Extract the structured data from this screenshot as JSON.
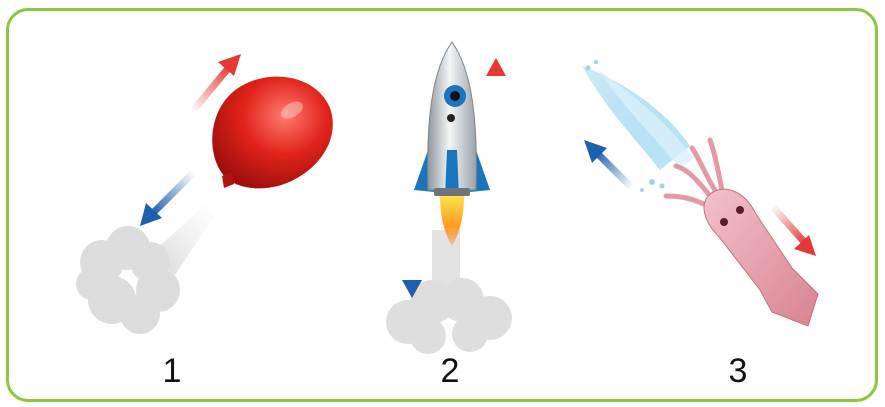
{
  "panels": [
    {
      "label": "1",
      "subject": "balloon"
    },
    {
      "label": "2",
      "subject": "rocket"
    },
    {
      "label": "3",
      "subject": "squid"
    }
  ],
  "colors": {
    "border": "#8dc63f",
    "forward_arrow": "#e53935",
    "reverse_arrow": "#1e5fae",
    "exhaust": "#d9d9d9",
    "balloon": "#e0231b",
    "rocket_body": "#cfd4d9",
    "squid": "#e8a5b0",
    "water_jet": "#9fd3ee"
  }
}
